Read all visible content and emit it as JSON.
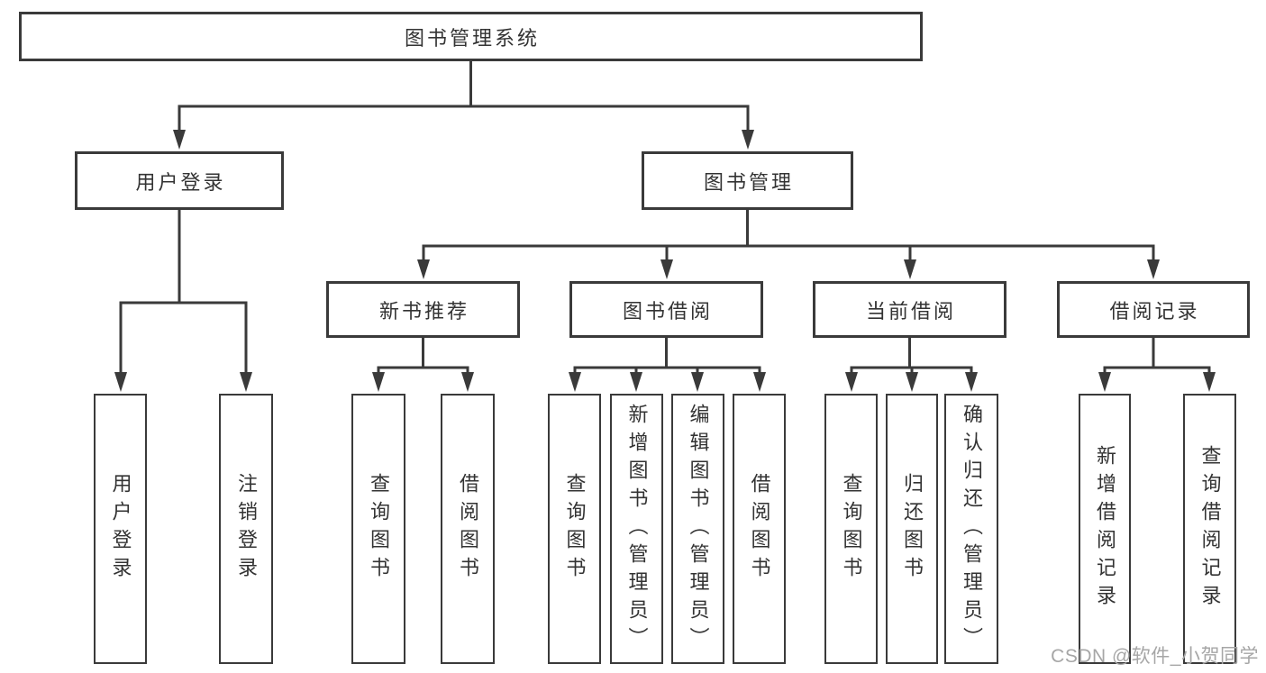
{
  "title": "图书管理系统",
  "level2": [
    {
      "label": "用户登录"
    },
    {
      "label": "图书管理"
    }
  ],
  "level3": [
    {
      "label": "新书推荐"
    },
    {
      "label": "图书借阅"
    },
    {
      "label": "当前借阅"
    },
    {
      "label": "借阅记录"
    }
  ],
  "level4": {
    "user_login": [
      {
        "label": "用户登录"
      },
      {
        "label": "注销登录"
      }
    ],
    "new_books": [
      {
        "label": "查询图书"
      },
      {
        "label": "借阅图书"
      }
    ],
    "book_borrow": [
      {
        "label": "查询图书"
      },
      {
        "label": "新增图书（管理员）"
      },
      {
        "label": "编辑图书（管理员）"
      },
      {
        "label": "借阅图书"
      }
    ],
    "current_borrow": [
      {
        "label": "查询图书"
      },
      {
        "label": "归还图书"
      },
      {
        "label": "确认归还（管理员）"
      }
    ],
    "borrow_records": [
      {
        "label": "新增借阅记录"
      },
      {
        "label": "查询借阅记录"
      }
    ]
  },
  "watermark": "CSDN @软件_小贺同学",
  "colors": {
    "line": "#3a3a3a",
    "text": "#333333",
    "watermark": "#a6a6a6",
    "background": "#ffffff"
  }
}
